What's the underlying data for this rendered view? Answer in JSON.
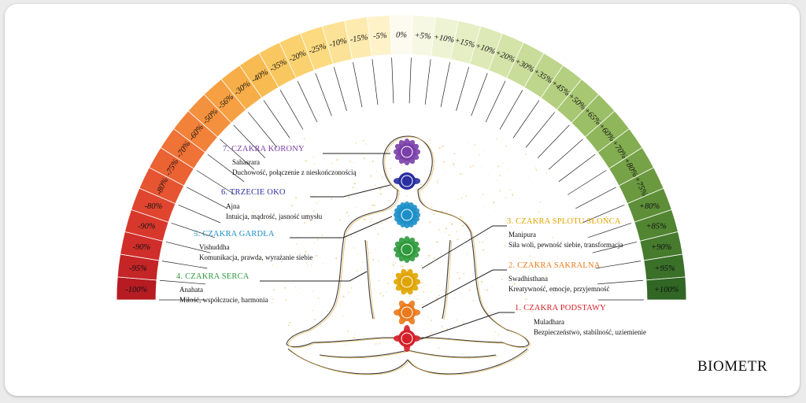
{
  "brand": "BIOMETR",
  "gauge": {
    "segments": [
      {
        "label": "-100%",
        "color": "#b71c23"
      },
      {
        "label": "-95%",
        "color": "#c42527"
      },
      {
        "label": "-90%",
        "color": "#cf2e2a"
      },
      {
        "label": "-90%",
        "color": "#d8382c"
      },
      {
        "label": "-80%",
        "color": "#e0452f"
      },
      {
        "label": "-80%",
        "color": "#e65431"
      },
      {
        "label": "-75%",
        "color": "#eb6233"
      },
      {
        "label": "-70%",
        "color": "#ef7236"
      },
      {
        "label": "-60%",
        "color": "#f2813a"
      },
      {
        "label": "-50%",
        "color": "#f4913e"
      },
      {
        "label": "-56%",
        "color": "#f6a043"
      },
      {
        "label": "-30%",
        "color": "#f7ae49"
      },
      {
        "label": "-40%",
        "color": "#f8bb52"
      },
      {
        "label": "-35%",
        "color": "#f9c75f"
      },
      {
        "label": "-20%",
        "color": "#fad16e"
      },
      {
        "label": "-25%",
        "color": "#fbda80"
      },
      {
        "label": "-10%",
        "color": "#fce296"
      },
      {
        "label": "-15%",
        "color": "#fdeaae"
      },
      {
        "label": "-5%",
        "color": "#fef2c9"
      },
      {
        "label": "0%",
        "color": "#fdfbf0"
      },
      {
        "label": "+5%",
        "color": "#f6f8e3"
      },
      {
        "label": "+10%",
        "color": "#eef3d3"
      },
      {
        "label": "+15%",
        "color": "#e6eec4"
      },
      {
        "label": "+10%",
        "color": "#dde9b6"
      },
      {
        "label": "+20%",
        "color": "#d4e3a8"
      },
      {
        "label": "+30%",
        "color": "#c9dd9a"
      },
      {
        "label": "+35%",
        "color": "#bed68c"
      },
      {
        "label": "+45%",
        "color": "#b3cf7f"
      },
      {
        "label": "+50%",
        "color": "#a7c772"
      },
      {
        "label": "+65%",
        "color": "#9bbf66"
      },
      {
        "label": "+60%",
        "color": "#8fb65b"
      },
      {
        "label": "+70%",
        "color": "#83ad51"
      },
      {
        "label": "+80%",
        "color": "#77a348"
      },
      {
        "label": "+75%",
        "color": "#6a993f"
      },
      {
        "label": "+80%",
        "color": "#5e8f38"
      },
      {
        "label": "+85%",
        "color": "#528532"
      },
      {
        "label": "+90%",
        "color": "#467a2d"
      },
      {
        "label": "+95%",
        "color": "#3b7029"
      },
      {
        "label": "+100%",
        "color": "#316625"
      }
    ]
  },
  "chakras": [
    {
      "title": "7. CZAKRA KORONY",
      "name": "Sahasrara",
      "desc": "Duchowość, połączenie z nieskończonością",
      "color": "#7a3fa8",
      "icon": "crown-chakra-icon"
    },
    {
      "title": "6. TRZECIE OKO",
      "name": "Ajna",
      "desc": "Intuicja, mądrość, jasność umysłu",
      "color": "#2a2fa0",
      "icon": "third-eye-chakra-icon"
    },
    {
      "title": "5. CZAKRA GARDŁA",
      "name": "Vishuddha",
      "desc": "Komunikacja, prawda, wyrażanie siebie",
      "color": "#1d8fc8",
      "icon": "throat-chakra-icon"
    },
    {
      "title": "4. CZAKRA SERCA",
      "name": "Anahata",
      "desc": "Miłość, współczucie, harmonia",
      "color": "#2f9a3c",
      "icon": "heart-chakra-icon"
    },
    {
      "title": "3. CZAKRA SPLOTU SŁOŃCA",
      "name": "Manipura",
      "desc": "Siła woli, pewność siebie, transformacja",
      "color": "#e0a400",
      "icon": "solar-plexus-chakra-icon"
    },
    {
      "title": "2. CZAKRA SAKRALNA",
      "name": "Swadhisthana",
      "desc": "Kreatywność, emocje, przyjemność",
      "color": "#ea7a1c",
      "icon": "sacral-chakra-icon"
    },
    {
      "title": "1. CZAKRA PODSTAWY",
      "name": "Muladhara",
      "desc": "Bezpieczeństwo, stabilność, uziemienie",
      "color": "#d5202a",
      "icon": "root-chakra-icon"
    }
  ]
}
